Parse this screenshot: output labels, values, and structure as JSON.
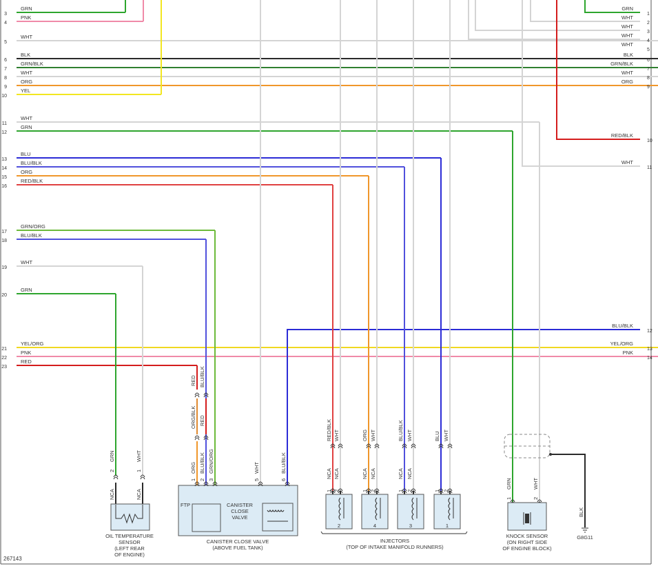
{
  "figure_id": "267143",
  "colors": {
    "GRN": "#2da52d",
    "PNK": "#f08aa8",
    "WHT": "#d4d4d4",
    "BLK": "#2a2a2a",
    "ORG": "#f0962a",
    "YEL": "#f2e620",
    "BLU": "#2b2bd6",
    "RED": "#d41c1c",
    "BLU/BLK": "#5050dc",
    "GRN/BLK": "#2f7f2f",
    "RED/BLK": "#e04040",
    "GRN/ORG": "#6cba3a",
    "YEL/ORG": "#f0d820",
    "ORG/BLK": "#e08a30",
    "component_fill": "#dcebf5",
    "component_stroke": "#555555",
    "text": "#333333"
  },
  "left_pins": [
    {
      "num": "3",
      "label": "GRN",
      "color": "GRN"
    },
    {
      "num": "4",
      "label": "PNK",
      "color": "PNK"
    },
    {
      "num": "5",
      "label": "WHT",
      "color": "WHT"
    },
    {
      "num": "6",
      "label": "BLK",
      "color": "BLK"
    },
    {
      "num": "7",
      "label": "GRN/BLK",
      "color": "GRN/BLK"
    },
    {
      "num": "8",
      "label": "WHT",
      "color": "WHT"
    },
    {
      "num": "9",
      "label": "ORG",
      "color": "ORG"
    },
    {
      "num": "10",
      "label": "YEL",
      "color": "YEL"
    },
    {
      "num": "11",
      "label": "WHT",
      "color": "WHT"
    },
    {
      "num": "12",
      "label": "GRN",
      "color": "GRN"
    },
    {
      "num": "13",
      "label": "BLU",
      "color": "BLU"
    },
    {
      "num": "14",
      "label": "BLU/BLK",
      "color": "BLU/BLK"
    },
    {
      "num": "15",
      "label": "ORG",
      "color": "ORG"
    },
    {
      "num": "16",
      "label": "RED/BLK",
      "color": "RED/BLK"
    },
    {
      "num": "17",
      "label": "GRN/ORG",
      "color": "GRN/ORG"
    },
    {
      "num": "18",
      "label": "BLU/BLK",
      "color": "BLU/BLK"
    },
    {
      "num": "19",
      "label": "WHT",
      "color": "WHT"
    },
    {
      "num": "20",
      "label": "GRN",
      "color": "GRN"
    },
    {
      "num": "21",
      "label": "YEL/ORG",
      "color": "YEL/ORG"
    },
    {
      "num": "22",
      "label": "PNK",
      "color": "PNK"
    },
    {
      "num": "23",
      "label": "RED",
      "color": "RED"
    }
  ],
  "right_pins": [
    {
      "num": "1",
      "label": "GRN",
      "color": "GRN"
    },
    {
      "num": "2",
      "label": "WHT",
      "color": "WHT"
    },
    {
      "num": "3",
      "label": "WHT",
      "color": "WHT"
    },
    {
      "num": "4",
      "label": "WHT",
      "color": "WHT"
    },
    {
      "num": "5",
      "label": "WHT",
      "color": "WHT"
    },
    {
      "num": "6",
      "label": "BLK",
      "color": "BLK"
    },
    {
      "num": "7",
      "label": "GRN/BLK",
      "color": "GRN/BLK"
    },
    {
      "num": "8",
      "label": "WHT",
      "color": "WHT"
    },
    {
      "num": "9",
      "label": "ORG",
      "color": "ORG"
    },
    {
      "num": "10",
      "label": "RED/BLK",
      "color": "RED"
    },
    {
      "num": "11",
      "label": "WHT",
      "color": "WHT"
    },
    {
      "num": "12",
      "label": "BLU/BLK",
      "color": "BLU"
    },
    {
      "num": "13",
      "label": "YEL/ORG",
      "color": "YEL/ORG"
    },
    {
      "num": "14",
      "label": "PNK",
      "color": "PNK"
    }
  ],
  "components": {
    "oil_temp": {
      "label": "OIL TEMPERATURE\nSENSOR\n(LEFT REAR\nOF ENGINE)",
      "pins": [
        {
          "num": "2",
          "wire": "GRN",
          "nca": "NCA"
        },
        {
          "num": "1",
          "wire": "WHT",
          "nca": "NCA"
        }
      ]
    },
    "canister": {
      "label": "CANISTER CLOSE VALVE\n(ABOVE FUEL TANK)",
      "inner_ftp": "FTP",
      "inner_valve": "CANISTER\nCLOSE\nVALVE",
      "pins": [
        {
          "num": "1",
          "wire": "ORG"
        },
        {
          "num": "2",
          "wire": "BLU/BLK"
        },
        {
          "num": "3",
          "wire": "GRN/ORG"
        },
        {
          "num": "5",
          "wire": "WHT"
        },
        {
          "num": "6",
          "wire": "BLU/BLK"
        }
      ],
      "inline_upper": [
        "RED",
        "BLU/BLK"
      ],
      "inline_lower": [
        "ORG/BLK",
        "RED"
      ]
    },
    "injectors": {
      "label": "INJECTORS\n(TOP OF INTAKE MANIFOLD RUNNERS)",
      "units": [
        {
          "id": "2",
          "wire_a": "RED/BLK",
          "wire_b": "WHT",
          "nca": "NCA"
        },
        {
          "id": "4",
          "wire_a": "ORG",
          "wire_b": "WHT",
          "nca": "NCA"
        },
        {
          "id": "3",
          "wire_a": "BLU/BLK",
          "wire_b": "WHT",
          "nca": "NCA"
        },
        {
          "id": "1",
          "wire_a": "BLU",
          "wire_b": "WHT",
          "nca": ""
        }
      ],
      "pin_nums": [
        "1",
        "2"
      ]
    },
    "knock": {
      "label": "KNOCK SENSOR\n(ON RIGHT SIDE\nOF ENGINE BLOCK)",
      "pins": [
        {
          "num": "1",
          "wire": "GRN"
        },
        {
          "num": "2",
          "wire": "WHT"
        }
      ]
    },
    "ground": {
      "wire": "BLK",
      "label": "G8G11"
    }
  }
}
